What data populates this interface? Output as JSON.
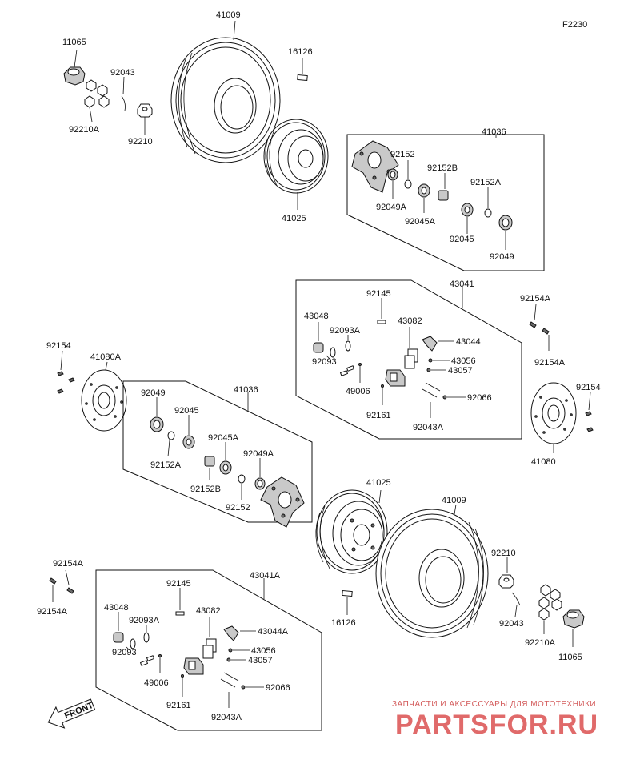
{
  "figure_code": "F2230",
  "labels": {
    "p11065_top": "11065",
    "p41009_top": "41009",
    "p16126_top": "16126",
    "p92043_top": "92043",
    "p92210A_top": "92210A",
    "p92210_top": "92210",
    "p41025_top": "41025",
    "p41036_top": "41036",
    "p92152_top": "92152",
    "p92152B_top": "92152B",
    "p92049A_top": "92049A",
    "p92152A_top": "92152A",
    "p92045A_top": "92045A",
    "p92045_top": "92045",
    "p92049_top": "92049",
    "p43041": "43041",
    "p92145_top": "92145",
    "p43048_top": "43048",
    "p43082_top": "43082",
    "p92093A_top": "92093A",
    "p43044": "43044",
    "p43056_top": "43056",
    "p43057_top": "43057",
    "p92093_top": "92093",
    "p49006_top": "49006",
    "p92066_top": "92066",
    "p92161_top": "92161",
    "p92043A_top": "92043A",
    "p92154A_r1": "92154A",
    "p92154A_r2": "92154A",
    "p92154_right": "92154",
    "p41080": "41080",
    "p92154_left": "92154",
    "p41080A": "41080A",
    "p92049_mid": "92049",
    "p41036_mid": "41036",
    "p92045_mid": "92045",
    "p92152A_mid": "92152A",
    "p92045A_mid": "92045A",
    "p92049A_mid": "92049A",
    "p92152B_mid": "92152B",
    "p92152_mid": "92152",
    "p41025_bot": "41025",
    "p41009_bot": "41009",
    "p92210_bot": "92210",
    "p92043_bot": "92043",
    "p92210A_bot": "92210A",
    "p11065_bot": "11065",
    "p16126_bot": "16126",
    "p92154A_l1": "92154A",
    "p92154A_l2": "92154A",
    "p43041A": "43041A",
    "p92145_bot": "92145",
    "p43048_bot": "43048",
    "p43082_bot": "43082",
    "p92093A_bot": "92093A",
    "p43044A": "43044A",
    "p43056_bot": "43056",
    "p43057_bot": "43057",
    "p92093_bot": "92093",
    "p49006_bot": "49006",
    "p92066_bot": "92066",
    "p92161_bot": "92161",
    "p92043A_bot": "92043A"
  },
  "front_arrow_label": "FRONT",
  "watermark": {
    "tagline": "ЗАПЧАСТИ И АКСЕССУАРЫ ДЛЯ МОТОТЕХНИКИ",
    "brand": "PARTSFOR.RU",
    "color": "#e06a6a"
  }
}
